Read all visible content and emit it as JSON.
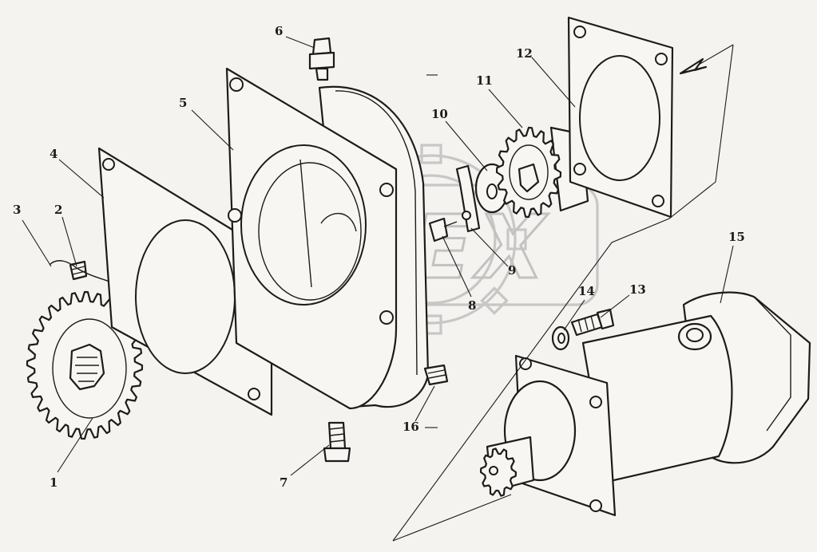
{
  "diagram": {
    "watermark": "OPEX",
    "callouts": [
      {
        "id": "1",
        "label": "1"
      },
      {
        "id": "2",
        "label": "2"
      },
      {
        "id": "3",
        "label": "3"
      },
      {
        "id": "4",
        "label": "4"
      },
      {
        "id": "5",
        "label": "5"
      },
      {
        "id": "6",
        "label": "6"
      },
      {
        "id": "7",
        "label": "7"
      },
      {
        "id": "8",
        "label": "8"
      },
      {
        "id": "9",
        "label": "9"
      },
      {
        "id": "10",
        "label": "10"
      },
      {
        "id": "11",
        "label": "11"
      },
      {
        "id": "12",
        "label": "12"
      },
      {
        "id": "13",
        "label": "13"
      },
      {
        "id": "14",
        "label": "14"
      },
      {
        "id": "15",
        "label": "15"
      },
      {
        "id": "16",
        "label": "16"
      }
    ]
  }
}
